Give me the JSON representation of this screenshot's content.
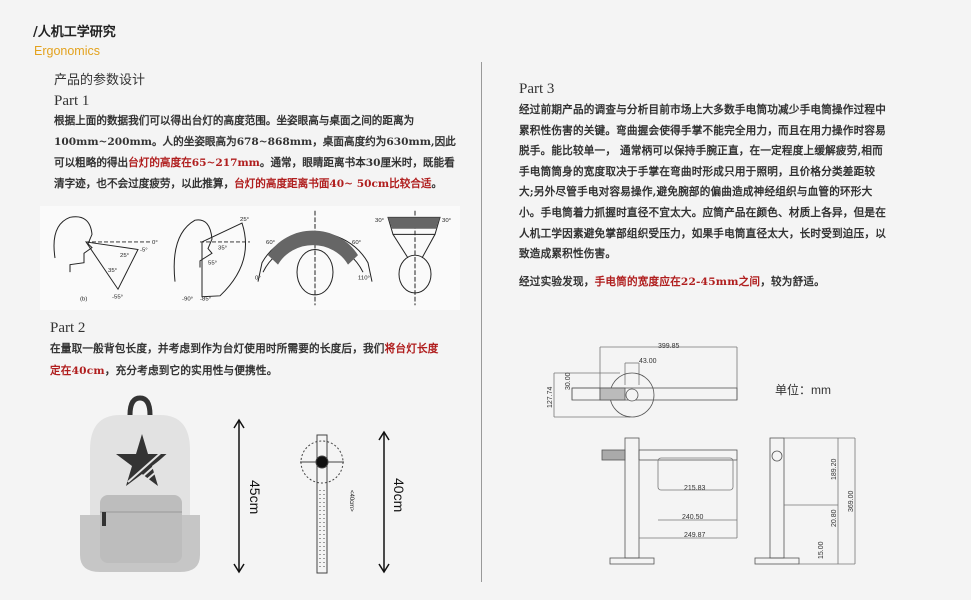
{
  "header": {
    "title": "/人机工学研究",
    "subtitle_en": "Ergonomics"
  },
  "section_title": "产品的参数设计",
  "part1": {
    "heading": "Part 1",
    "segments": [
      {
        "text": "根据上面的数据我们可以得出台灯的高度范围。坐姿眼高与桌面之间的距离为100mm~200mm。人的坐姿眼高为678~868mm，桌面高度约为630mm,因此可以粗略的得出",
        "red": false
      },
      {
        "text": "台灯的高度在65~217mm",
        "red": true
      },
      {
        "text": "。通常，眼睛距离书本30厘米时，既能看清字迹，也不会过度疲劳，以此推算，",
        "red": false
      },
      {
        "text": "台灯的高度距离书面40~ 50cm比较合适",
        "red": true
      },
      {
        "text": "。",
        "red": false
      }
    ],
    "figure_labels": [
      "0°",
      "-5°",
      "25°",
      "35°",
      "-55°",
      "(b)",
      "25°",
      "35°",
      "55°",
      "-90°",
      "-85°",
      "60°",
      "60°",
      "0°",
      "110°",
      "30°",
      "30°"
    ]
  },
  "part2": {
    "heading": "Part 2",
    "segments": [
      {
        "text": "在量取一般背包长度，并考虑到作为台灯使用时所需要的长度后，我们",
        "red": false
      },
      {
        "text": "将台灯长度定在40cm",
        "red": true
      },
      {
        "text": "，充分考虑到它的实用性与便携性。",
        "red": false
      }
    ],
    "backpack_height": "45cm",
    "lamp_height": "40cm",
    "lamp_small_label": "<40cm>"
  },
  "part3": {
    "heading": "Part 3",
    "paragraph": "经过前期产品的调查与分析目前市场上大多数手电筒功减少手电筒操作过程中累积性伤害的关键。弯曲握会使得手掌不能完全用力，而且在用力操作时容易脱手。能比较单一， 通常柄可以保持手腕正直，在一定程度上缓解疲劳,相而手电筒筒身的宽度取决于手掌在弯曲时形成只用于照明，且价格分类差距较大;另外尽管手电对容易操作,避免腕部的偏曲造成神经组织与血管的环形大小。手电筒着力抓握时直径不宜太大。应筒产品在颜色、材质上各异，但是在人机工学因素避免掌部组织受压力，如果手电筒直径太大，长时受到迫压，以致造成累积性伤害。",
    "conclusion": [
      {
        "text": "经过实验发现，",
        "red": false
      },
      {
        "text": "手电筒的宽度应在22-45mm之间",
        "red": true
      },
      {
        "text": "，较为舒适。",
        "red": false
      }
    ]
  },
  "drawing": {
    "unit_label": "单位：mm",
    "dims": {
      "overall_width": "399.85",
      "head_width": "43.00",
      "depth": "127.74",
      "arm_thickness": "30.00",
      "inner_len": "215.83",
      "arm_len": "240.50",
      "total_len": "249.87",
      "upper_h": "189.20",
      "total_h": "369.00",
      "mid_h": "20.80",
      "base_h": "15.00"
    }
  },
  "colors": {
    "accent": "#e3a21e",
    "highlight": "#b01e1e",
    "background": "#f4f4f4"
  }
}
